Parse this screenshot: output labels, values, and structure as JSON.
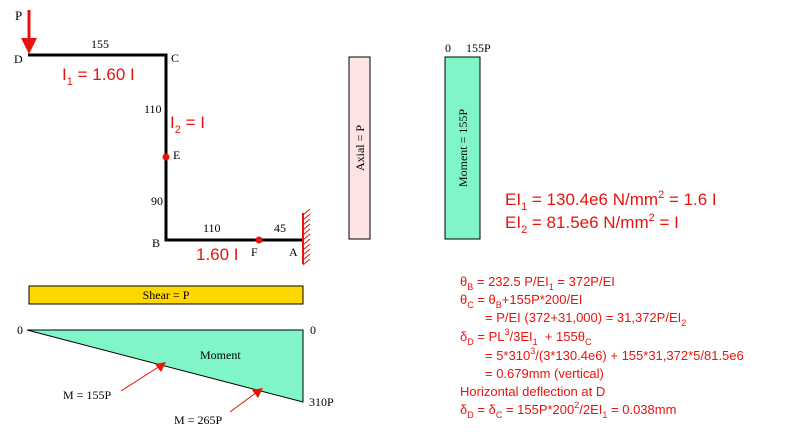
{
  "frame": {
    "load": "P",
    "nodes": {
      "D": "D",
      "C": "C",
      "E": "E",
      "B": "B",
      "F": "F",
      "A": "A"
    },
    "dims": {
      "dc": "155",
      "ce": "110",
      "eb": "90",
      "bf": "110",
      "fa": "45"
    },
    "props": {
      "dc": {
        "main": "I",
        "sub": "1",
        "rest": " = 1.60 I"
      },
      "cb": {
        "main": "I",
        "sub": "2",
        "rest": " = I"
      },
      "ba": "1.60 I"
    }
  },
  "axial_bar": {
    "label": "Axial = P"
  },
  "moment_bar": {
    "label": "Moment = 155P",
    "tick_zero": "0",
    "tick_end": "155P"
  },
  "shear_bar": {
    "label": "Shear = P"
  },
  "moment_diagram": {
    "label": "Moment",
    "zero_left": "0",
    "zero_right": "0",
    "end_value": "310P",
    "annotations": {
      "m1": "M = 155P",
      "m2": "M = 265P"
    }
  },
  "ei": {
    "line1": {
      "a": "EI",
      "sub": "1",
      "b": " = 130.4e6 N/mm",
      "sup": "2",
      "c": " = 1.6 I"
    },
    "line2": {
      "a": "EI",
      "sub": "2",
      "b": " = 81.5e6 N/mm",
      "sup": "2",
      "c": " = I"
    }
  },
  "calcs": {
    "theta_b": {
      "sym": "θ",
      "sub": "B",
      "a": " = 232.5 P/EI",
      "sub2": "1",
      "b": " = 372P/EI"
    },
    "theta_c": {
      "sym": "θ",
      "sub": "C",
      "a": " = θ",
      "sub2": "B",
      "b": "+155P*200/EI"
    },
    "theta_c2": {
      "a": "= P/EI (372+31,000) = 31,372P/EI",
      "sub": "2"
    },
    "delta_d": {
      "sym": "δ",
      "sub": "D",
      "a": " = PL",
      "sup": "3",
      "b": "/3EI",
      "sub2": "1",
      "c": "  + 155θ",
      "sub3": "C"
    },
    "delta_d2": {
      "a": "= 5*310",
      "sup": "3",
      "b": "/(3*130.4e6) + 155*31,372*5/81.5e6"
    },
    "delta_d3": "= 0.679mm (vertical)",
    "horiz_title": "Horizontal deflection at D",
    "delta_h": {
      "sym": "δ",
      "sub": "D",
      "a": " = δ",
      "sub2": "C",
      "b": " = 155P*200",
      "sup": "2",
      "c": "/2EI",
      "sub3": "1",
      "d": " = 0.038mm"
    }
  },
  "colors": {
    "red": "#e8130c",
    "shear_fill": "#ffd700",
    "moment_fill": "#7ff5c8",
    "axial_fill": "#fde3e3",
    "frame": "#000000"
  }
}
